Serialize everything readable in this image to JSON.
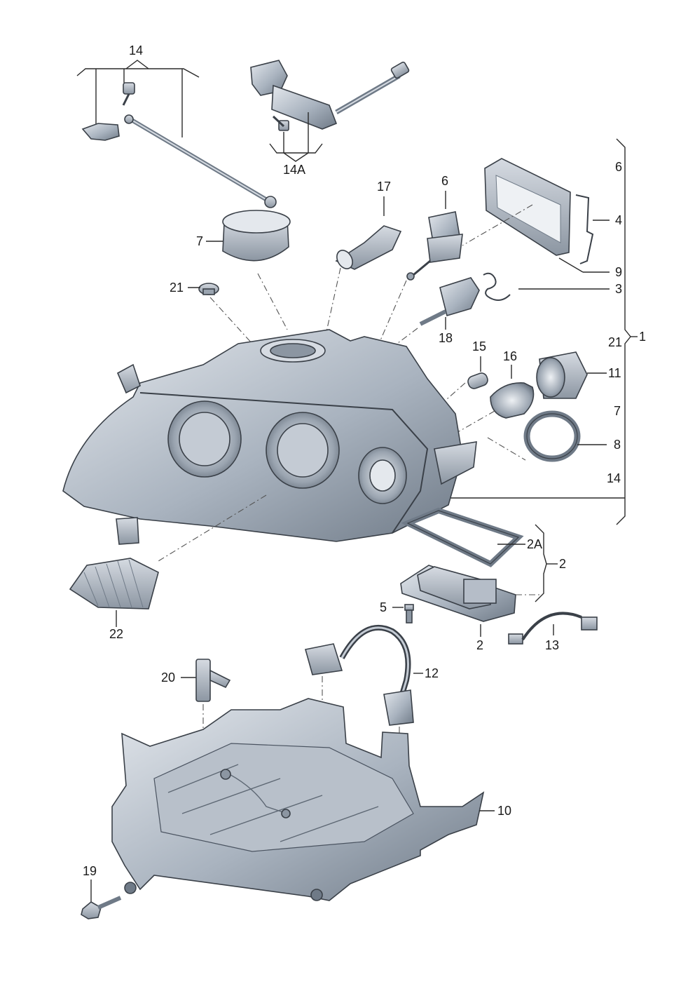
{
  "labels": {
    "l14_top": "14",
    "l14a": "14A",
    "l17": "17",
    "l6_bulb": "6",
    "l6_right": "6",
    "l4": "4",
    "l9": "9",
    "l3": "3",
    "l7_cap": "7",
    "l21_plug": "21",
    "l18": "18",
    "l21_right": "21",
    "l1": "1",
    "l15": "15",
    "l16": "16",
    "l11": "11",
    "l7_right": "7",
    "l8": "8",
    "l14_right": "14",
    "l2a": "2A",
    "l2_right": "2",
    "l5": "5",
    "l2_bottom": "2",
    "l13": "13",
    "l22": "22",
    "l12": "12",
    "l20": "20",
    "l10": "10",
    "l19": "19"
  },
  "colors": {
    "part_fill": "#a9b3bf",
    "part_light": "#d6dbe2",
    "part_dark": "#6f7a87",
    "line": "#2a2a2a"
  }
}
